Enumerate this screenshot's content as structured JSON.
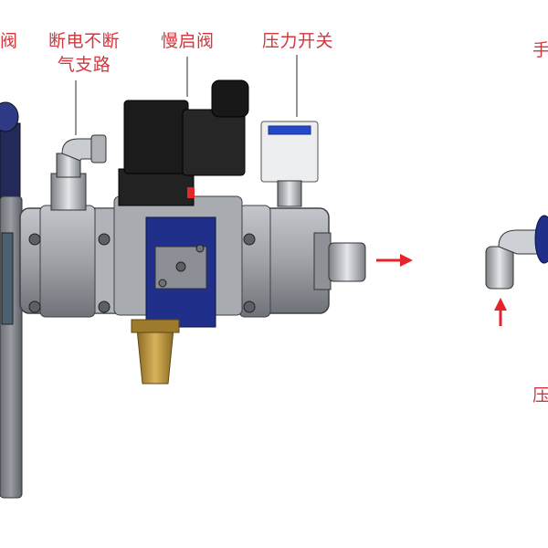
{
  "labels": {
    "valve_partial": "阀",
    "bypass_line1": "断电不断",
    "bypass_line2": "气支路",
    "soft_start": "慢启阀",
    "pressure_switch": "压力开关",
    "right_top_partial": "手",
    "right_bottom_partial": "压"
  },
  "colors": {
    "label_red": "#d1373d",
    "arrow_red": "#e5232a",
    "body_gray": "#9a9da2",
    "block_blue": "#1f2f8a",
    "coil_black": "#1b1b1b",
    "brass": "#b8913a"
  },
  "icons": {
    "flow_arrow": "arrow-right-icon",
    "inlet_arrow": "arrow-up-icon"
  }
}
